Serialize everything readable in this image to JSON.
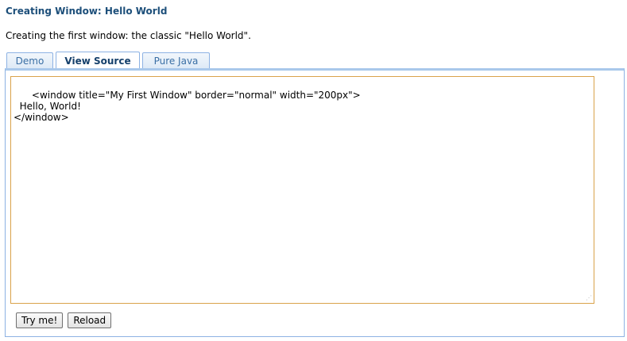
{
  "header": {
    "title": "Creating Window: Hello World",
    "description": "Creating the first window: the classic \"Hello World\"."
  },
  "tabs": [
    {
      "label": "Demo",
      "active": false
    },
    {
      "label": "View Source",
      "active": true
    },
    {
      "label": "Pure Java",
      "active": false
    }
  ],
  "editor": {
    "source": "<window title=\"My First Window\" border=\"normal\" width=\"200px\">\n  Hello, World!\n</window>"
  },
  "buttons": {
    "try_label": "Try me!",
    "reload_label": "Reload"
  },
  "colors": {
    "title": "#1d4f7a",
    "tab_border": "#8db2e3",
    "editor_border": "#d9a24a"
  }
}
